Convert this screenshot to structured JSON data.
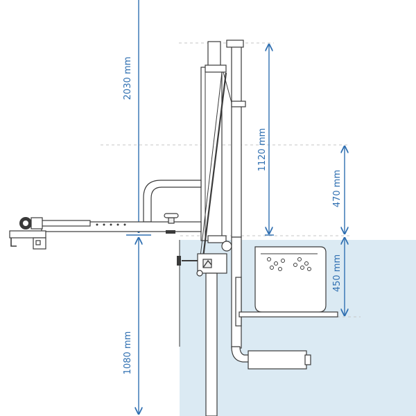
{
  "colors": {
    "dimension": "#2f6fb1",
    "pool_water": "#dbeaf3",
    "guide_dash": "#c6c6c6",
    "equipment_line": "#3a3a3a"
  },
  "dimensions": {
    "total_height": "2030 mm",
    "lift_travel": "1120 mm",
    "deck_to_top": "470 mm",
    "seat_height": "450 mm",
    "below_deck": "1080 mm"
  }
}
